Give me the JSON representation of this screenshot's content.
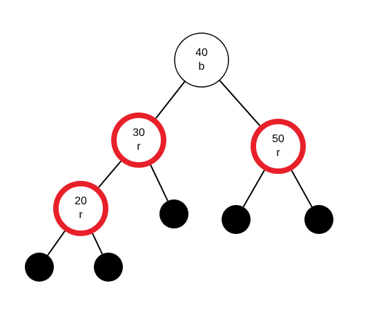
{
  "tree": {
    "colors": {
      "black_node_stroke": "#000000",
      "red_node_stroke": "#e8202a",
      "node_fill": "#ffffff",
      "leaf_fill": "#000000",
      "edge": "#000000"
    },
    "nodes": [
      {
        "id": "n40",
        "key": "40",
        "color": "b"
      },
      {
        "id": "n30",
        "key": "30",
        "color": "r"
      },
      {
        "id": "n50",
        "key": "50",
        "color": "r"
      },
      {
        "id": "n20",
        "key": "20",
        "color": "r"
      }
    ],
    "nil_leaves": [
      {
        "id": "nil-20-left",
        "parent": "n20"
      },
      {
        "id": "nil-20-right",
        "parent": "n20"
      },
      {
        "id": "nil-30-right",
        "parent": "n30"
      },
      {
        "id": "nil-50-left",
        "parent": "n50"
      },
      {
        "id": "nil-50-right",
        "parent": "n50"
      }
    ]
  }
}
